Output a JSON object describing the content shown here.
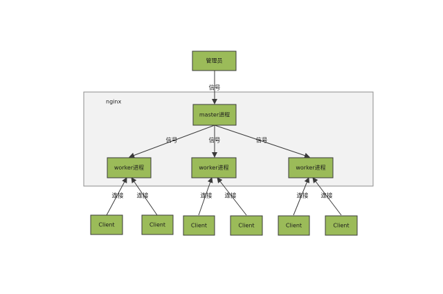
{
  "nodes": {
    "manager": "管理员",
    "master": "master进程",
    "worker_1": "worker进程",
    "worker_2": "worker进程",
    "worker_3": "worker进程",
    "client_1": "Client",
    "client_2": "Client",
    "client_3": "Client",
    "client_4": "Client",
    "client_5": "Client",
    "client_6": "Client"
  },
  "frame": {
    "label": "nginx"
  },
  "edge_labels": {
    "manager_to_master": "信号",
    "master_to_worker_1": "信号",
    "master_to_worker_2": "信号",
    "master_to_worker_3": "信号",
    "client_1_to_worker_1": "连接",
    "client_2_to_worker_1": "连接",
    "client_3_to_worker_2": "连接",
    "client_4_to_worker_2": "连接",
    "client_5_to_worker_3": "连接",
    "client_6_to_worker_3": "连接"
  },
  "colors": {
    "box_fill": "#9bbb59",
    "frame_fill": "#f2f2f2",
    "line": "#3a3a3a"
  }
}
